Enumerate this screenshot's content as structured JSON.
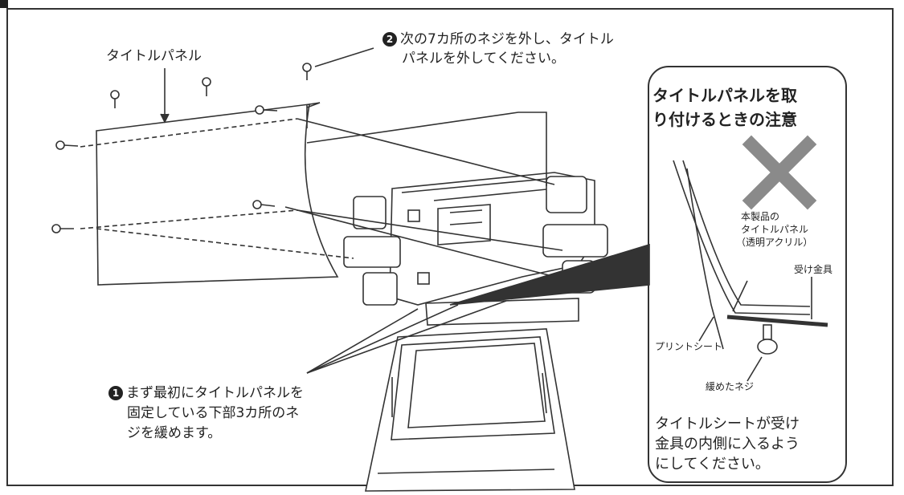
{
  "labels": {
    "title_panel": "タイトルパネル",
    "step2_badge": "2",
    "step2_line1": "次の7カ所のネジを外し、タイトル",
    "step2_line2": "パネルを外してください。",
    "step1_badge": "1",
    "step1_line1": "まず最初にタイトルパネルを",
    "step1_line2": "固定している下部3カ所のネ",
    "step1_line3": "ジを緩めます。"
  },
  "callout": {
    "title_line1": "タイトルパネルを取",
    "title_line2": "り付けるときの注意",
    "part_panel_1": "本製品の",
    "part_panel_2": "タイトルパネル",
    "part_panel_3": "（透明アクリル）",
    "part_bracket": "受け金具",
    "part_print_sheet": "プリントシート",
    "part_loose_screw": "緩めたネジ",
    "note_line1": "タイトルシートが受け",
    "note_line2": "金具の内側に入るよう",
    "note_line3": "にしてください。",
    "cross_color": "#8a8a8a"
  }
}
